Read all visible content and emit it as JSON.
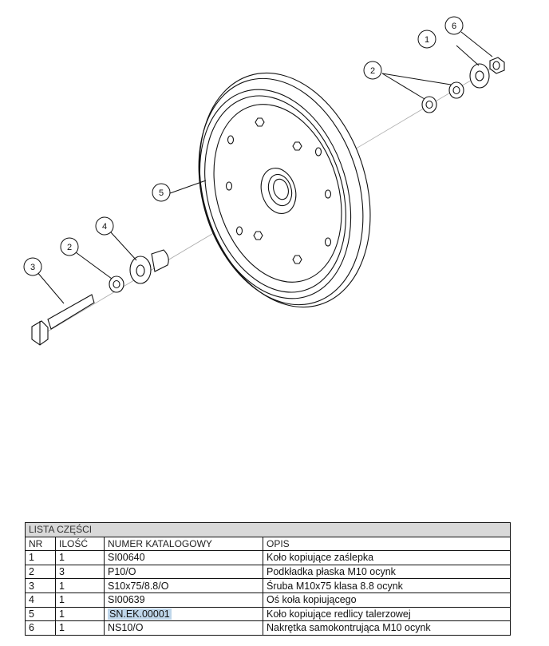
{
  "callouts": [
    "1",
    "2",
    "2",
    "3",
    "4",
    "5",
    "6"
  ],
  "table": {
    "title": "LISTA CZĘŚCI",
    "headers": [
      "NR",
      "ILOŚĆ",
      "NUMER KATALOGOWY",
      "OPIS"
    ],
    "rows": [
      {
        "nr": "1",
        "qty": "1",
        "catalog": "SI00640",
        "desc": "Koło kopiujące zaślepka"
      },
      {
        "nr": "2",
        "qty": "3",
        "catalog": "P10/O",
        "desc": "Podkładka płaska M10 ocynk"
      },
      {
        "nr": "3",
        "qty": "1",
        "catalog": "S10x75/8.8/O",
        "desc": "Śruba M10x75 klasa 8.8 ocynk"
      },
      {
        "nr": "4",
        "qty": "1",
        "catalog": "SI00639",
        "desc": "Oś koła kopiującego"
      },
      {
        "nr": "5",
        "qty": "1",
        "catalog": "SN.EK.00001",
        "desc": "Koło kopiujące redlicy talerzowej"
      },
      {
        "nr": "6",
        "qty": "1",
        "catalog": "NS10/O",
        "desc": "Nakrętka samokontrująca M10 ocynk"
      }
    ]
  },
  "colors": {
    "line": "#111111",
    "header_bg": "#d9d9d9",
    "highlight": "#bfd6ea"
  }
}
